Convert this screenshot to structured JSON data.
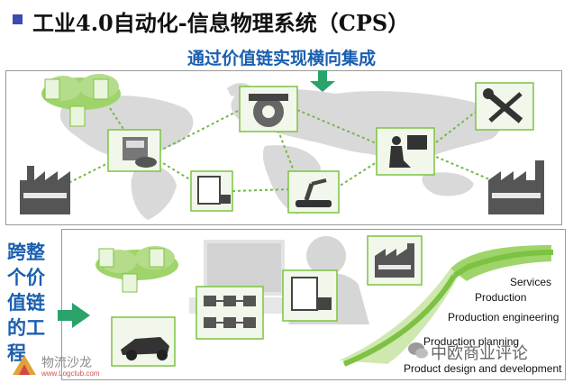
{
  "title": "工业4.0自动化-信息物理系统（CPS）",
  "subtitle": "通过价值链实现横向集成",
  "side_label": [
    "跨整",
    "个价",
    "值链",
    "的工",
    "程"
  ],
  "steps": [
    "Services",
    "Production",
    "Production engineering",
    "Production planning",
    "Product design and development"
  ],
  "watermark_left": "物流沙龙",
  "watermark_url": "www.Logclub.com",
  "watermark_right": "中欧商业评论",
  "colors": {
    "green": "#7dc242",
    "light_green": "#b5dc8a",
    "blue_text": "#1a5fb0",
    "map_gray": "#d6d6d6"
  },
  "icons": [
    "cloud-network-icon",
    "saw-blade-icon",
    "tools-icon",
    "hand-terminal-icon",
    "machine-cabinet-icon",
    "robot-arm-icon",
    "operator-workstation-icon",
    "factory-icon",
    "race-car-icon",
    "process-flow-icon",
    "computer-monitor-icon",
    "worker-silhouette-icon"
  ]
}
